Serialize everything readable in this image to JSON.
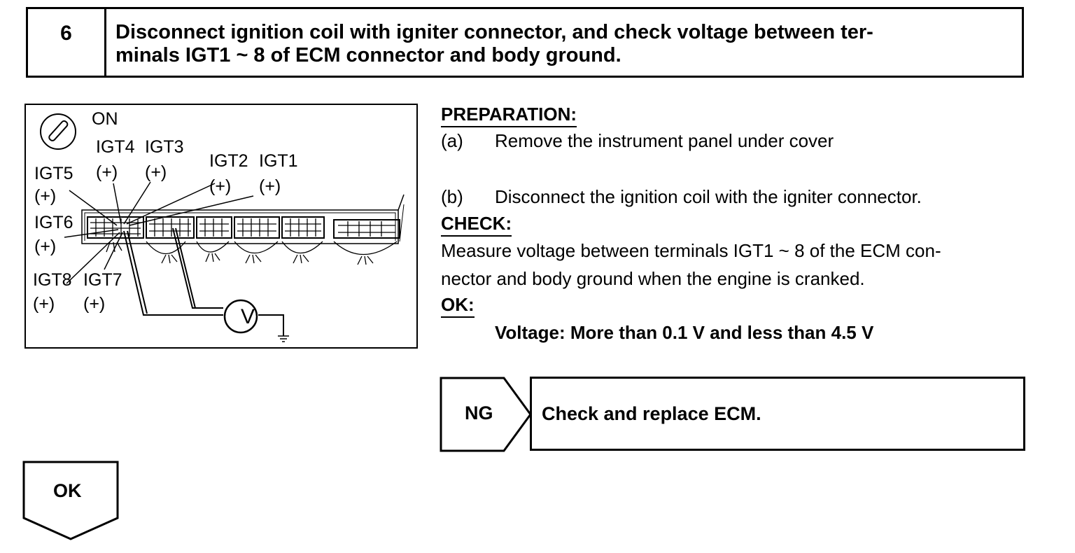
{
  "step": {
    "number": "6",
    "title_line1": "Disconnect ignition coil with igniter connector, and check voltage between ter-",
    "title_line2": "minals IGT1 ~ 8 of ECM connector and body ground."
  },
  "diagram": {
    "switch_label": "ON",
    "labels": {
      "igt4": "IGT4",
      "igt3": "IGT3",
      "igt2": "IGT2",
      "igt1": "IGT1",
      "igt5": "IGT5",
      "igt6": "IGT6",
      "igt8": "IGT8",
      "igt7": "IGT7",
      "plus": "(+)"
    },
    "meter_label": "V"
  },
  "preparation": {
    "heading": "PREPARATION:",
    "items": [
      {
        "tag": "(a)",
        "text": "Remove the instrument panel under cover"
      },
      {
        "tag": "(b)",
        "text": "Disconnect the ignition coil with the igniter connector."
      }
    ]
  },
  "check": {
    "heading": "CHECK:",
    "line1": "Measure voltage between terminals IGT1 ~ 8 of the ECM con-",
    "line2": "nector and body ground when the engine is cranked."
  },
  "ok_spec": {
    "heading": "OK:",
    "text": "Voltage: More than 0.1 V and less than 4.5 V"
  },
  "ng_result": {
    "label": "NG",
    "action": "Check and replace ECM."
  },
  "ok_result": {
    "label": "OK"
  }
}
